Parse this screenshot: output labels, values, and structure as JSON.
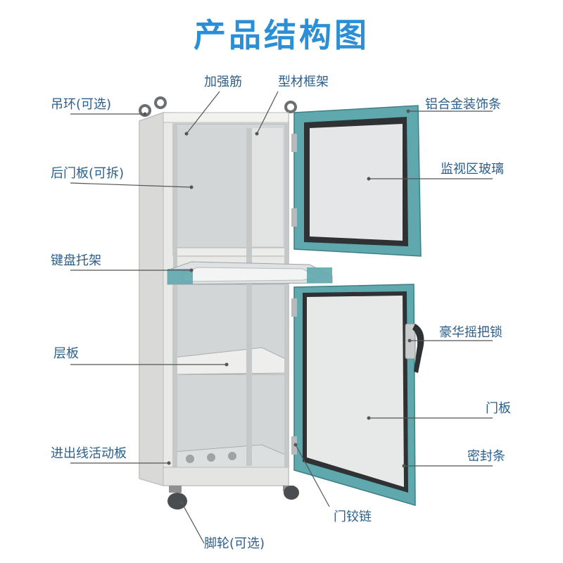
{
  "title": "产品结构图",
  "colors": {
    "title": "#2a8fd6",
    "label": "#2b5f8c",
    "leader": "#555555",
    "cabinet_body": "#e9e9e6",
    "cabinet_inner": "#d6d8d8",
    "door_frame": "#5fa8ad",
    "glass": "#e4e6e8"
  },
  "labels": {
    "rib": "加强筋",
    "frame": "型材框架",
    "ring": "吊环(可选)",
    "trim": "铝合金装饰条",
    "back_panel": "后门板(可拆)",
    "glass": "监视区玻璃",
    "keyboard": "键盘托架",
    "lock": "豪华摇把锁",
    "shelf": "层板",
    "door_panel": "门板",
    "cable_plate": "进出线活动板",
    "seal": "密封条",
    "hinge": "门铰链",
    "caster": "脚轮(可选)"
  },
  "icons": {
    "lock_handle": "lock-handle-icon",
    "caster": "caster-wheel-icon",
    "lifting_ring": "lifting-ring-icon"
  }
}
